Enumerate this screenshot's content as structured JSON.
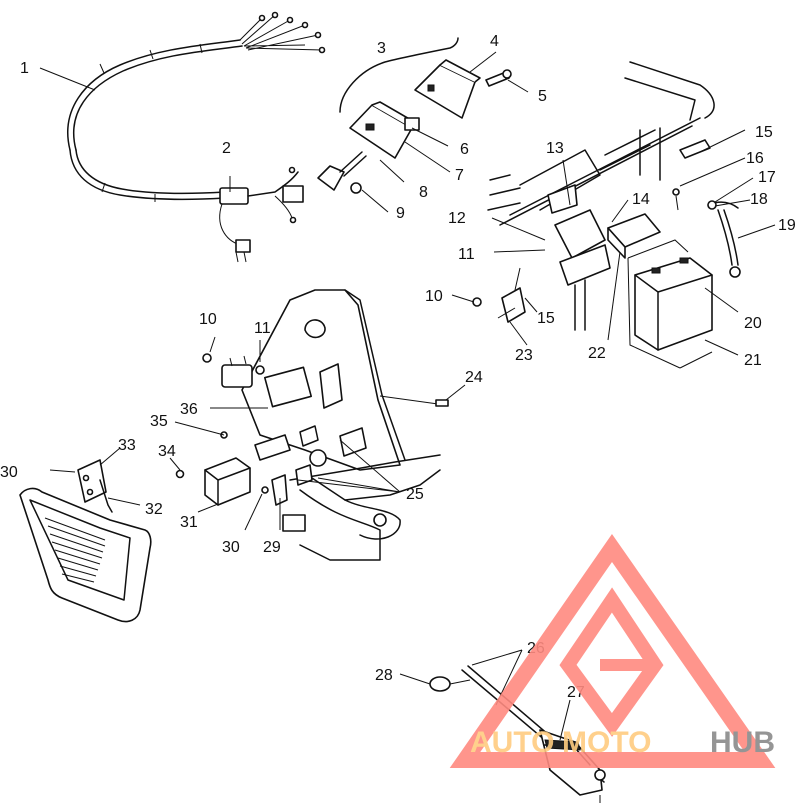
{
  "callouts": [
    {
      "id": "1",
      "text": "1"
    },
    {
      "id": "2",
      "text": "2"
    },
    {
      "id": "3",
      "text": "3"
    },
    {
      "id": "4",
      "text": "4"
    },
    {
      "id": "5",
      "text": "5"
    },
    {
      "id": "6",
      "text": "6"
    },
    {
      "id": "7",
      "text": "7"
    },
    {
      "id": "8",
      "text": "8"
    },
    {
      "id": "9",
      "text": "9"
    },
    {
      "id": "10a",
      "text": "10"
    },
    {
      "id": "10b",
      "text": "10"
    },
    {
      "id": "11a",
      "text": "11"
    },
    {
      "id": "11b",
      "text": "11"
    },
    {
      "id": "12",
      "text": "12"
    },
    {
      "id": "13",
      "text": "13"
    },
    {
      "id": "14",
      "text": "14"
    },
    {
      "id": "15a",
      "text": "15"
    },
    {
      "id": "15b",
      "text": "15"
    },
    {
      "id": "16",
      "text": "16"
    },
    {
      "id": "17",
      "text": "17"
    },
    {
      "id": "18",
      "text": "18"
    },
    {
      "id": "19",
      "text": "19"
    },
    {
      "id": "20",
      "text": "20"
    },
    {
      "id": "21",
      "text": "21"
    },
    {
      "id": "22",
      "text": "22"
    },
    {
      "id": "23",
      "text": "23"
    },
    {
      "id": "24",
      "text": "24"
    },
    {
      "id": "25",
      "text": "25"
    },
    {
      "id": "26",
      "text": "26"
    },
    {
      "id": "27",
      "text": "27"
    },
    {
      "id": "28",
      "text": "28"
    },
    {
      "id": "29",
      "text": "29"
    },
    {
      "id": "30a",
      "text": "30"
    },
    {
      "id": "30b",
      "text": "30"
    },
    {
      "id": "31",
      "text": "31"
    },
    {
      "id": "32",
      "text": "32"
    },
    {
      "id": "33",
      "text": "33"
    },
    {
      "id": "34",
      "text": "34"
    },
    {
      "id": "35",
      "text": "35"
    },
    {
      "id": "36",
      "text": "36"
    }
  ],
  "watermark": {
    "part1": "AUTO",
    "part2": "MOTO",
    "part3": "HUB",
    "color_red": "#ff8a80",
    "color_orange": "#ffcc80",
    "color_gray": "#8a8a8a"
  }
}
